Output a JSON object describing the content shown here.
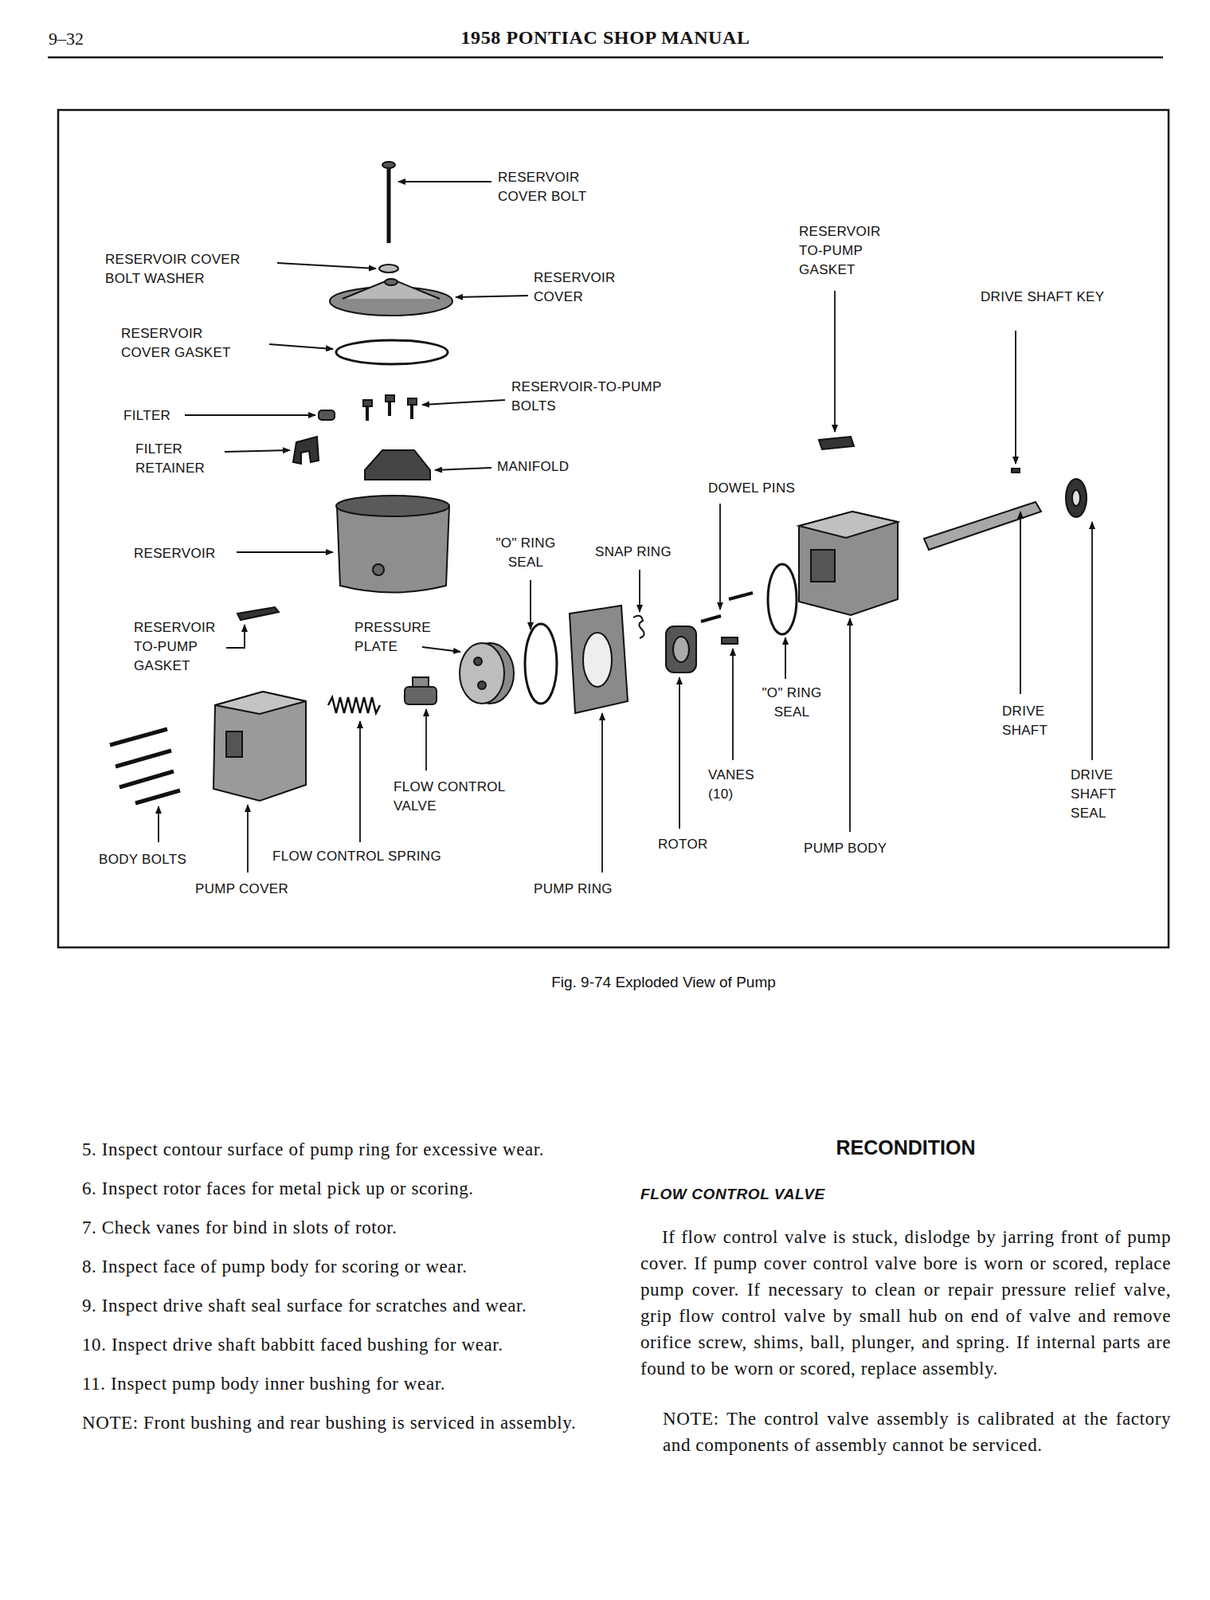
{
  "diagram": {
    "title": "1958 PONTIAC SHOP MANUAL",
    "caption": "Fig. 9-74 Exploded View of Pump",
    "labels": [
      "9–32",
      "RESERVOIR COVER BOLT",
      "RESERVOIR COVER BOLT WASHER",
      "RESERVOIR COVER",
      "RESERVOIR TO-PUMP GASKET",
      "DRIVE SHAFT KEY",
      "RESERVOIR COVER GASKET",
      "RESERVOIR-TO-PUMP BOLTS",
      "FILTER",
      "FILTER RETAINER",
      "MANIFOLD",
      "DOWEL PINS",
      "RESERVOIR",
      "\"O\" RING SEAL",
      "SNAP RING",
      "RESERVOIR TO-PUMP GASKET",
      "PRESSURE PLATE",
      "\"O\" RING SEAL",
      "DRIVE SHAFT",
      "FLOW CONTROL VALVE",
      "VANES (10)",
      "DRIVE SHAFT SEAL",
      "ROTOR",
      "PUMP BODY",
      "BODY BOLTS",
      "FLOW CONTROL SPRING",
      "PUMP COVER",
      "PUMP RING",
      "5. Inspect contour surface of pump ring for excessive wear.",
      "6. Inspect rotor faces for metal pick up or scoring.",
      "7. Check vanes for bind in slots of rotor.",
      "8. Inspect face of pump body for scoring or wear.",
      "9. Inspect drive shaft seal surface for scratches and wear.",
      "10. Inspect drive shaft babbitt faced bushing for wear.",
      "11. Inspect pump body inner bushing for wear.",
      "NOTE: Front bushing and rear bushing is serviced in assembly.",
      "RECONDITION",
      "FLOW CONTROL VALVE",
      "If flow control valve is stuck, dislodge by jarring front of pump cover. If pump cover control valve bore is worn or scored, replace pump cover. If necessary to clean or repair pressure relief valve, grip flow control valve by small hub on end of valve and remove orifice screw, shims, ball, plunger, and spring. If internal parts are found to be worn or scored, replace assembly.",
      "NOTE: The control valve assembly is calibrated at the factory and components of assembly cannot be serviced."
    ]
  }
}
